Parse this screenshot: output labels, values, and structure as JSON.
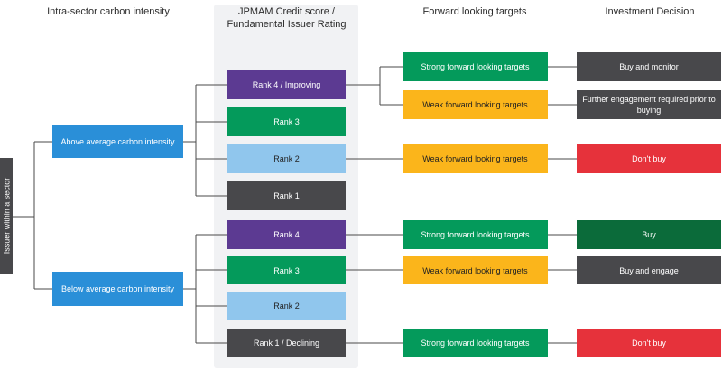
{
  "headers": {
    "intra_sector": "Intra-sector carbon intensity",
    "credit_score": "JPMAM Credit score / Fundamental Issuer Rating",
    "forward_targets": "Forward looking targets",
    "investment_decision": "Investment Decision"
  },
  "root_label": "Issuer within a sector",
  "carbon": {
    "above": "Above average carbon intensity",
    "below": "Below average carbon intensity"
  },
  "ranks": [
    "Rank 4 / Improving",
    "Rank 3",
    "Rank 2",
    "Rank 1",
    "Rank 4",
    "Rank 3",
    "Rank 2",
    "Rank 1 / Declining"
  ],
  "targets": [
    "Strong forward looking targets",
    "Weak forward looking targets",
    "Weak forward looking targets",
    "Strong forward looking targets",
    "Weak forward looking targets",
    "Strong forward looking targets"
  ],
  "decisions": [
    "Buy and monitor",
    "Further engagement required prior to buying",
    "Don't buy",
    "Buy",
    "Buy and engage",
    "Don't buy"
  ],
  "colors": {
    "purple": "#5c3a92",
    "green": "#049a5b",
    "lightblue": "#90c6ed",
    "dark": "#48484b",
    "blue": "#2a8fd8",
    "yellow": "#fbb51b",
    "red": "#e6323b",
    "darkgreen": "#0b6b3a",
    "line": "#4a4a4a"
  }
}
